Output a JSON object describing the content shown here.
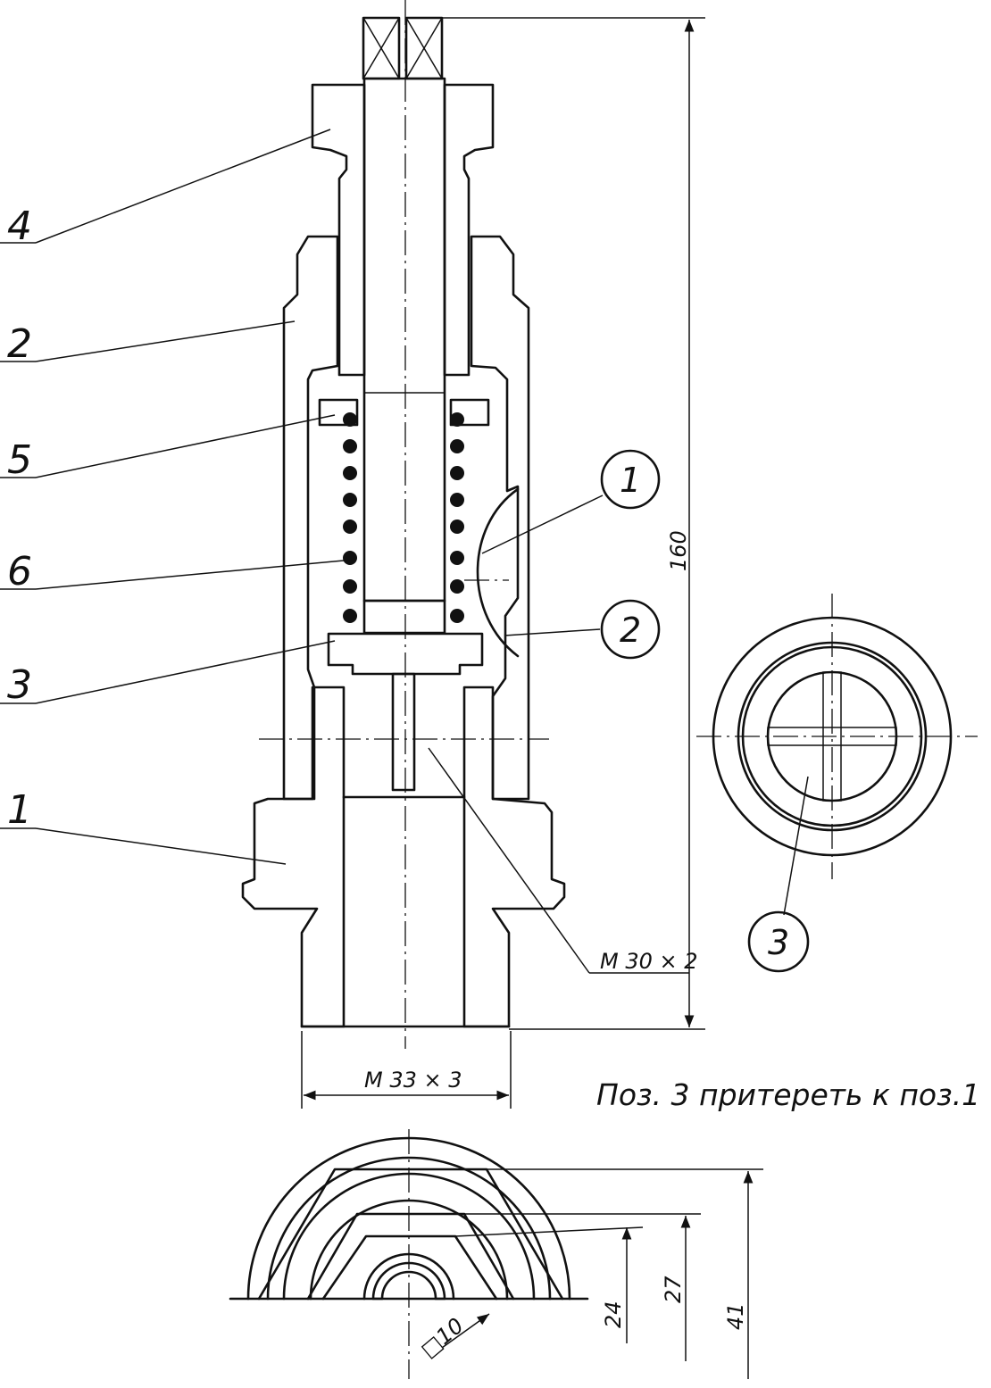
{
  "part_labels": [
    "4",
    "2",
    "5",
    "6",
    "3",
    "1"
  ],
  "balloons": [
    "1",
    "2",
    "3"
  ],
  "section_balloon": "3",
  "dimensions": {
    "overall_height": "160",
    "thread_inner": "M 30 × 2",
    "thread_outer": "M 33 × 3",
    "square": "□10",
    "h24": "24",
    "h27": "27",
    "h41": "41"
  },
  "note": "Поз. 3 притереть к поз.1",
  "colors": {
    "ink": "#111111",
    "paper": "#ffffff"
  }
}
